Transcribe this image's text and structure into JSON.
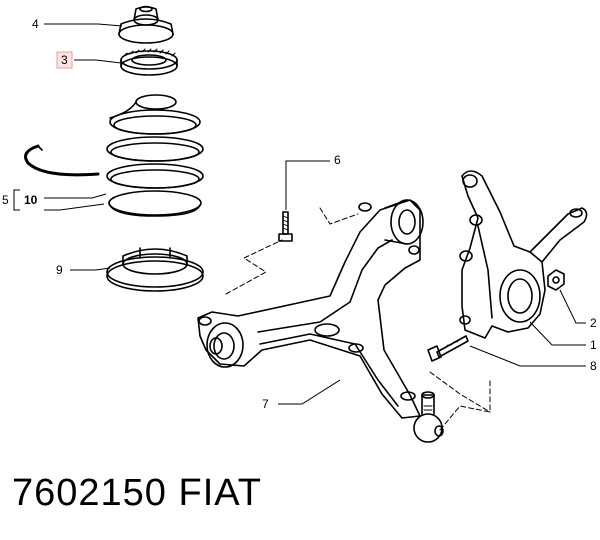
{
  "callouts": {
    "c1": "1",
    "c2": "2",
    "c3": "3",
    "c4": "4",
    "c5": "5",
    "c6": "6",
    "c7": "7",
    "c8": "8",
    "c9": "9",
    "c10": "10"
  },
  "highlighted_callout": "3",
  "highlight_color": "#e8a0a0",
  "caption": "7602150    FIAT"
}
